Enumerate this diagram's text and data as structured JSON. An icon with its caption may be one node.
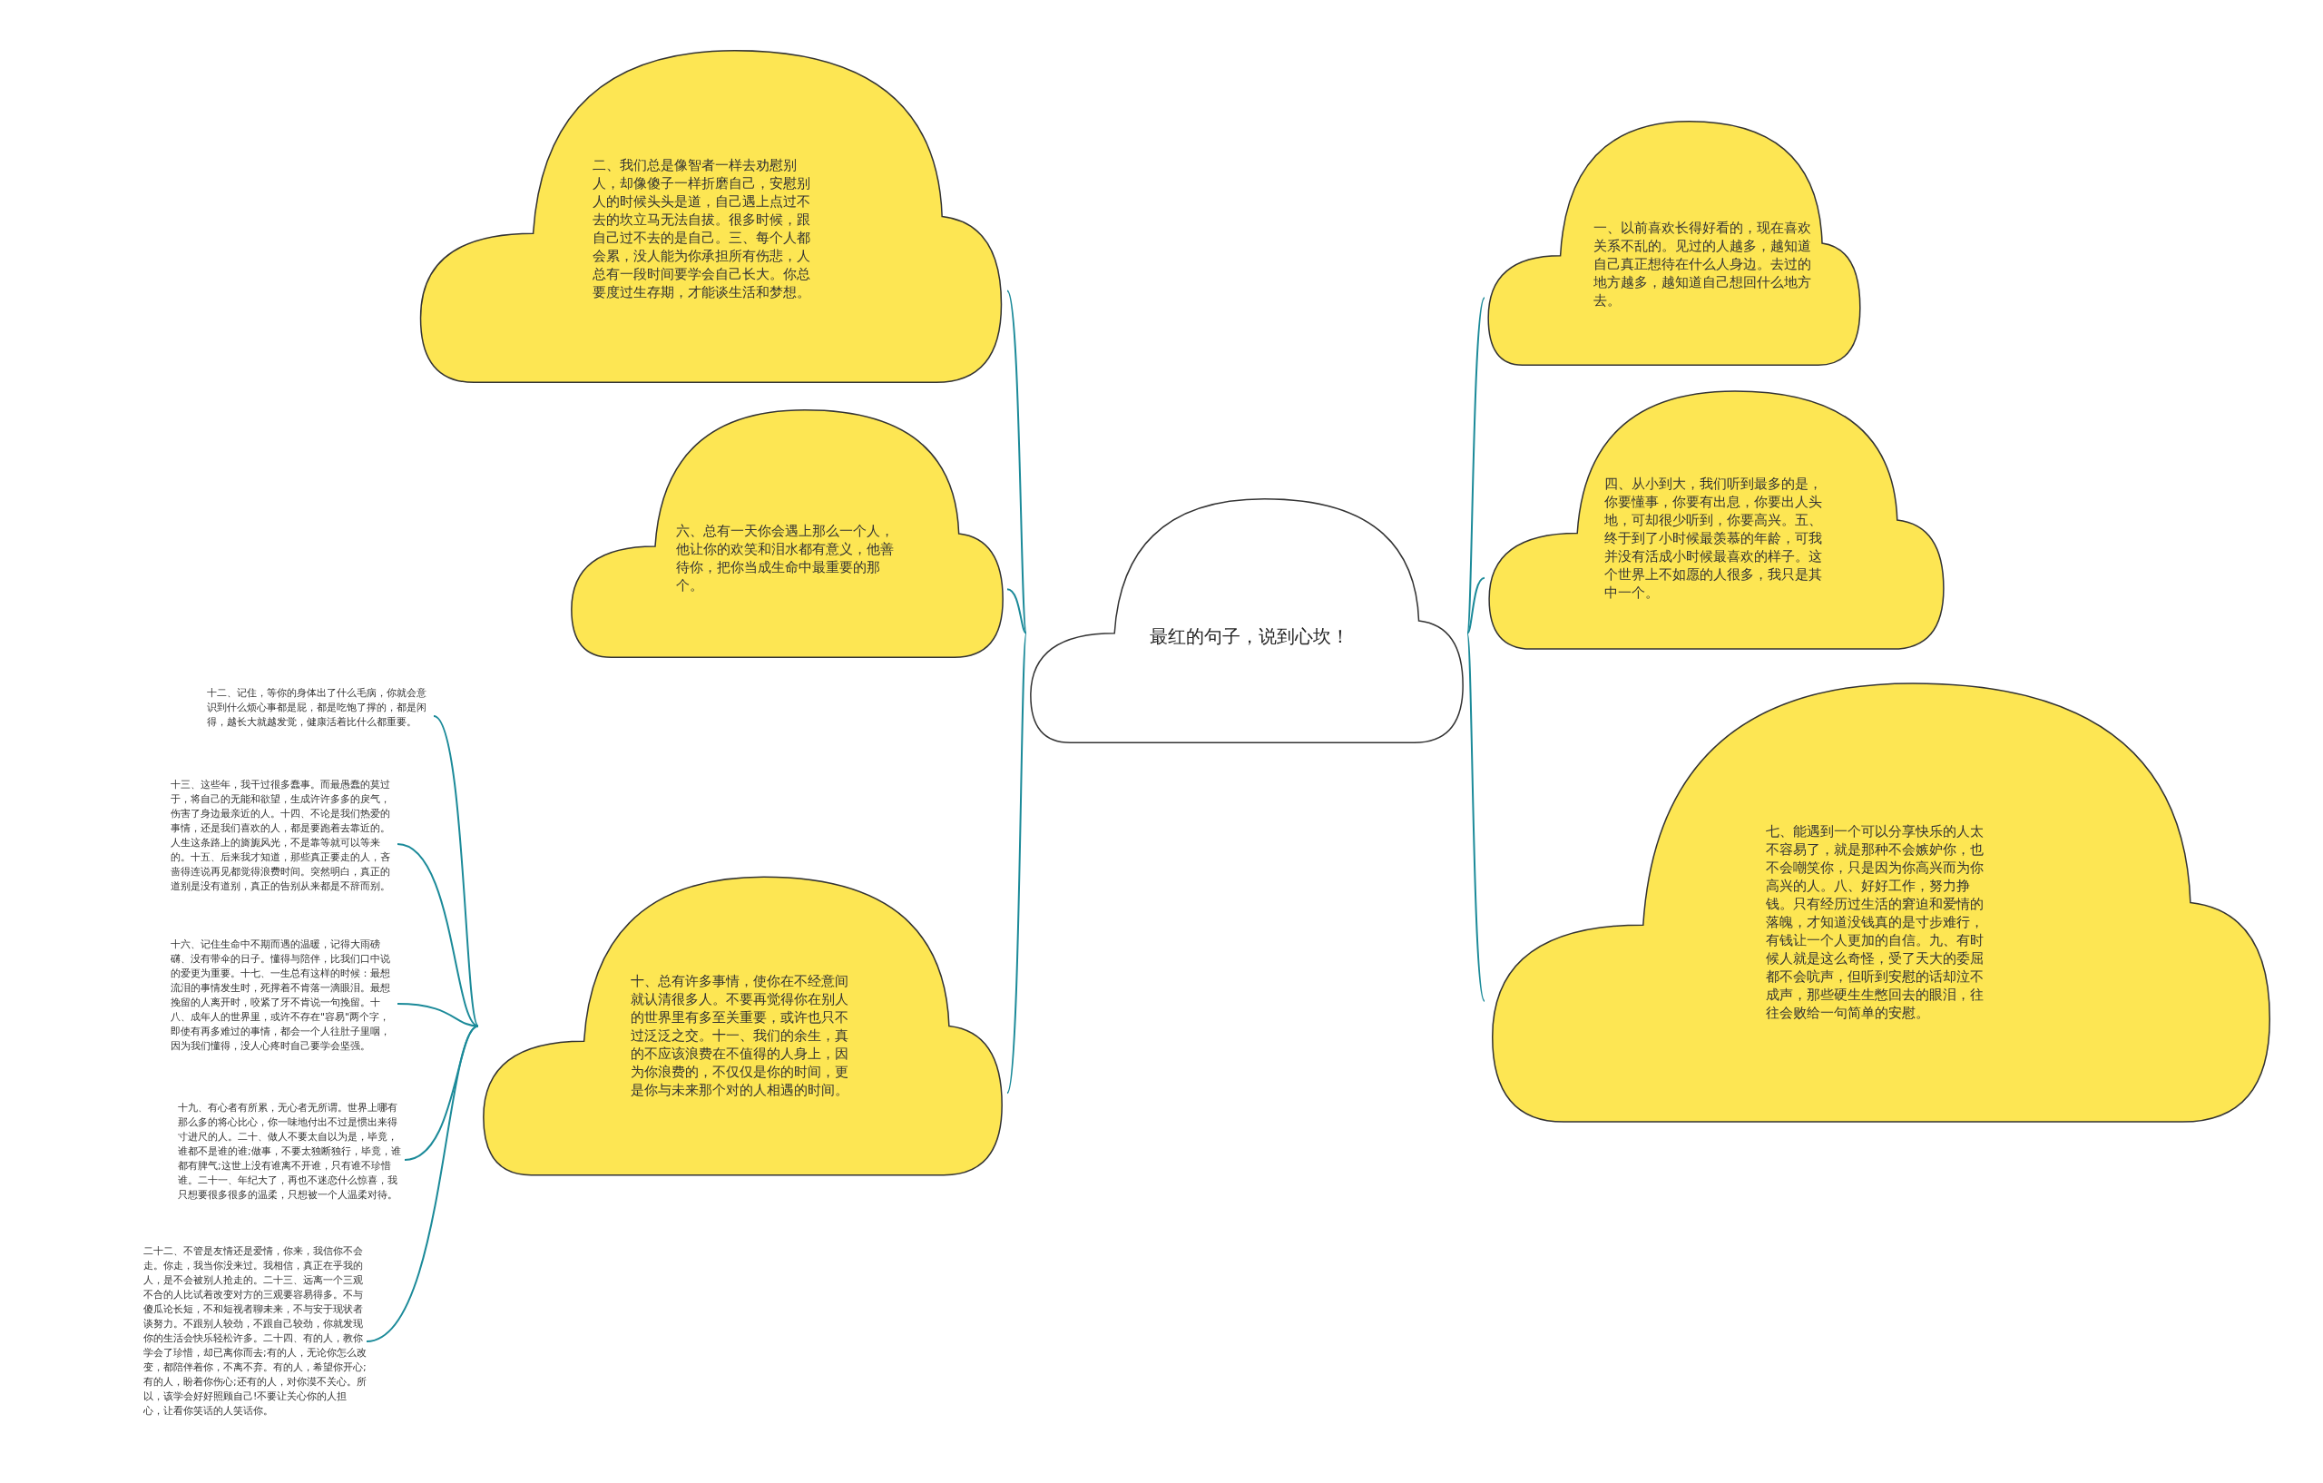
{
  "diagram": {
    "nodes": [
      {
        "text": [
          "最红的句子，说到心坎！"
        ]
      },
      {
        "text": [
          "二、我们总是像智者一样去劝慰别人，却像傻子一样折磨自己，安慰别人的时候头头是道，自己遇上点过不去的坎立马无法自拔。很多时候，跟自己过不去的是自己。三、每个人都会累，没人能为你承担所有伤悲，人总有一段时间要学会自己长大。你总要度过生存期，才能谈生活和梦想。"
        ]
      },
      {
        "text": [
          "六、总有一天你会遇上那么一个人，他让你的欢笑和泪水都有意义，他善待你，把你当成生命中最重要的那个。"
        ]
      },
      {
        "text": [
          "十、总有许多事情，使你在不经意间就认清很多人。不要再觉得你在别人的世界里有多至关重要，或许也只不过泛泛之交。十一、我们的余生，真的不应该浪费在不值得的人身上，因为你浪费的，不仅仅是你的时间，更是你与未来那个对的人相遇的时间。"
        ]
      },
      {
        "text": [
          "一、以前喜欢长得好看的，现在喜欢关系不乱的。见过的人越多，越知道自己真正想待在什么人身边。去过的地方越多，越知道自己想回什么地方去。"
        ]
      },
      {
        "text": [
          "四、从小到大，我们听到最多的是，你要懂事，你要有出息，你要出人头地，可却很少听到，你要高兴。五、终于到了小时候最羡慕的年龄，可我并没有活成小时候最喜欢的样子。这个世界上不如愿的人很多，我只是其中一个。"
        ]
      },
      {
        "text": [
          "七、能遇到一个可以分享快乐的人太不容易了，就是那种不会嫉妒你，也不会嘲笑你，只是因为你高兴而为你高兴的人。八、好好工作，努力挣钱。只有经历过生活的窘迫和爱情的落魄，才知道没钱真的是寸步难行，有钱让一个人更加的自信。九、有时候人就是这么奇怪，受了天大的委屈都不会吭声，但听到安慰的话却泣不成声，那些硬生生憋回去的眼泪，往往会败给一句简单的安慰。"
        ]
      },
      {
        "text": [
          "十二、记住，等你的身体出了什么毛病，你就会意识到什么烦心事都是屁，都是吃饱了撑的，都是闲得，越长大就越发觉，健康活着比什么都重要。"
        ]
      },
      {
        "text": [
          "十三、这些年，我干过很多蠢事。而最愚蠢的莫过于，将自己的无能和欲望，生成许许多多的戾气，伤害了身边最亲近的人。十四、不论是我们热爱的事情，还是我们喜欢的人，都是要跑着去靠近的。人生这条路上的旖旎风光，不是靠等就可以等来的。十五、后来我才知道，那些真正要走的人，吝啬得连说再见都觉得浪费时间。突然明白，真正的道别是没有道别，真正的告别从来都是不辞而别。"
        ]
      },
      {
        "text": [
          "十六、记住生命中不期而遇的温暖，记得大雨磅礴、没有带伞的日子。懂得与陪伴，比我们口中说的爱更为重要。十七、一生总有这样的时候：最想流泪的事情发生时，死撑着不肯落一滴眼泪。最想挽留的人离开时，咬紧了牙不肯说一句挽留。十八、成年人的世界里，或许不存在\"容易\"两个字，即使有再多难过的事情，都会一个人往肚子里咽，因为我们懂得，没人心疼时自己要学会坚强。"
        ]
      },
      {
        "text": [
          "十九、有心者有所累，无心者无所谓。世界上哪有那么多的将心比心，你一味地付出不过是惯出来得寸进尺的人。二十、做人不要太自以为是，毕竟，谁都不是谁的谁;做事，不要太独断独行，毕竟，谁都有脾气;这世上没有谁离不开谁，只有谁不珍惜谁。二十一、年纪大了，再也不迷恋什么惊喜，我只想要很多很多的温柔，只想被一个人温柔对待。"
        ]
      },
      {
        "text": [
          "二十二、不管是友情还是爱情，你来，我信你不会走。你走，我当你没来过。我相信，真正在乎我的人，是不会被别人抢走的。二十三、远离一个三观不合的人比试着改变对方的三观要容易得多。不与傻瓜论长短，不和短视者聊未来，不与安于现状者谈努力。不跟别人较劲，不跟自己较劲，你就发现你的生活会快乐轻松许多。二十四、有的人，教你学会了珍惜，却已离你而去;有的人，无论你怎么改变，都陪伴着你，不离不弃。有的人，希望你开心;有的人，盼着你伤心;还有的人，对你漠不关心。所以，该学会好好照顾自己!不要让关心你的人担心，让看你笑话的人笑话你。"
        ]
      }
    ],
    "edges": [
      {
        "from": 0,
        "to": 1,
        "arrow": "none"
      },
      {
        "from": 0,
        "to": 2,
        "arrow": "none"
      },
      {
        "from": 0,
        "to": 3,
        "arrow": "none"
      },
      {
        "from": 0,
        "to": 4,
        "arrow": "none"
      },
      {
        "from": 0,
        "to": 5,
        "arrow": "none"
      },
      {
        "from": 0,
        "to": 6,
        "arrow": "none"
      },
      {
        "from": 3,
        "to": 7,
        "arrow": "none"
      },
      {
        "from": 3,
        "to": 8,
        "arrow": "none"
      },
      {
        "from": 3,
        "to": 9,
        "arrow": "none"
      },
      {
        "from": 3,
        "to": 10,
        "arrow": "none"
      },
      {
        "from": 3,
        "to": 11,
        "arrow": "none"
      }
    ]
  }
}
